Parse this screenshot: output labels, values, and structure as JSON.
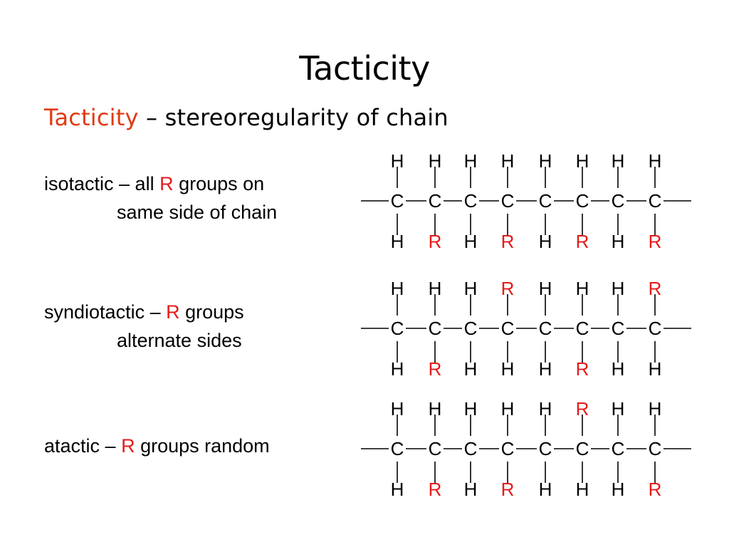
{
  "title": "Tacticity",
  "subtitle": {
    "term": "Tacticity",
    "rest": " – stereoregularity of chain"
  },
  "colors": {
    "term_accent": "#e03a12",
    "r_group": "#e41b1b",
    "text": "#000000"
  },
  "sections": [
    {
      "line1_before": "isotactic – all ",
      "r": "R",
      "line1_after": " groups on",
      "line2": "same side of chain",
      "chain": {
        "atom": "C",
        "top": [
          "H",
          "H",
          "H",
          "H",
          "H",
          "H",
          "H",
          "H"
        ],
        "bottom": [
          "H",
          "R",
          "H",
          "R",
          "H",
          "R",
          "H",
          "R"
        ]
      }
    },
    {
      "line1_before": "syndiotactic – ",
      "r": "R",
      "line1_after": " groups",
      "line2": "alternate sides",
      "chain": {
        "atom": "C",
        "top": [
          "H",
          "H",
          "H",
          "R",
          "H",
          "H",
          "H",
          "R"
        ],
        "bottom": [
          "H",
          "R",
          "H",
          "H",
          "H",
          "R",
          "H",
          "H"
        ]
      }
    },
    {
      "line1_before": "atactic – ",
      "r": "R",
      "line1_after": " groups random",
      "line2": "",
      "chain": {
        "atom": "C",
        "top": [
          "H",
          "H",
          "H",
          "H",
          "H",
          "R",
          "H",
          "H"
        ],
        "bottom": [
          "H",
          "R",
          "H",
          "R",
          "H",
          "H",
          "H",
          "R"
        ]
      }
    }
  ]
}
